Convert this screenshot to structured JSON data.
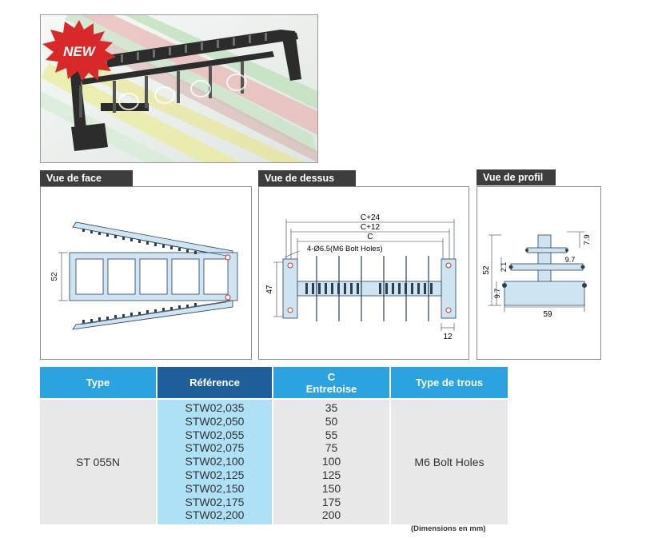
{
  "badge": {
    "text": "NEW"
  },
  "views": {
    "front": {
      "title": "Vue de face",
      "dim_height": "52"
    },
    "top": {
      "title": "Vue de dessus",
      "dim_c24": "C+24",
      "dim_c12": "C+12",
      "dim_c": "C",
      "dim_holes": "4-Ø6.5(M6 Bolt Holes)",
      "dim_47": "47",
      "dim_12": "12"
    },
    "side": {
      "title": "Vue de profil",
      "dim_52": "52",
      "dim_79": "7.9",
      "dim_97a": "9.7",
      "dim_21": "2.1",
      "dim_97b": "9.7",
      "dim_59": "59"
    }
  },
  "table": {
    "headers": {
      "type": "Type",
      "reference": "Référence",
      "c_line1": "C",
      "c_line2": "Entretoise",
      "trous": "Type de trous"
    },
    "type_value": "ST 055N",
    "references": [
      "STW02,035",
      "STW02,050",
      "STW02,055",
      "STW02,075",
      "STW02,100",
      "STW02,125",
      "STW02,150",
      "STW02,175",
      "STW02,200"
    ],
    "c_values": [
      "35",
      "50",
      "55",
      "75",
      "100",
      "125",
      "150",
      "175",
      "200"
    ],
    "trous_value": "M6 Bolt Holes",
    "colors": {
      "header_dark": "#1f5f99",
      "header_light": "#2aa3e0",
      "ref_bg": "#aee0f6",
      "cell_bg": "#e8e8e8"
    }
  },
  "footnote": "(Dimensions en mm)"
}
